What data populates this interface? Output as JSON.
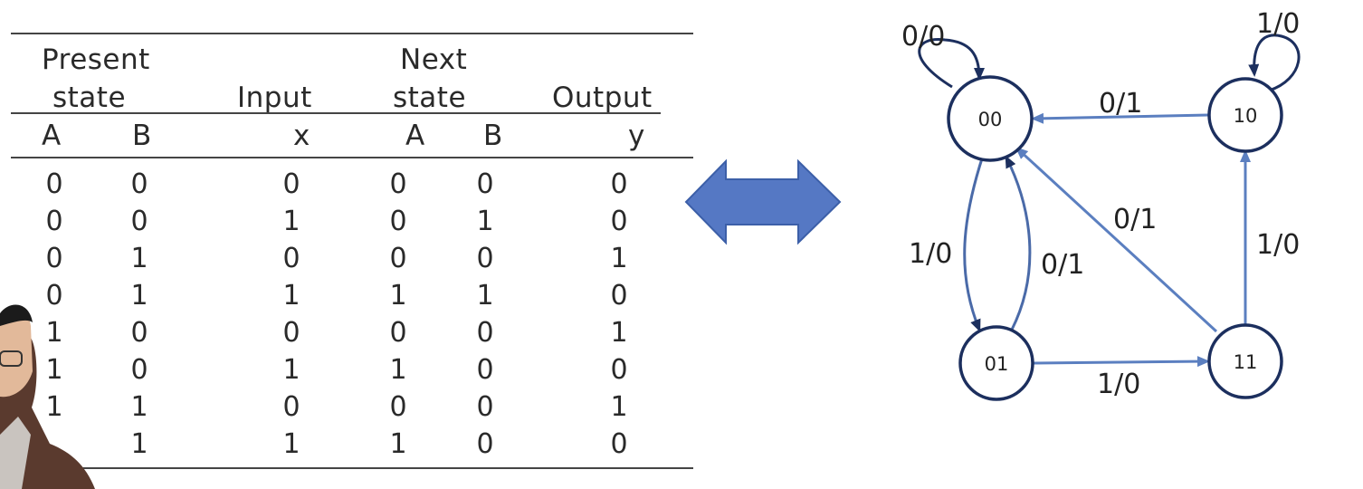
{
  "table": {
    "headers": {
      "present_line1": "Present",
      "present_line2": "state",
      "input": "Input",
      "next_line1": "Next",
      "next_line2": "state",
      "output": "Output",
      "sub_a1": "A",
      "sub_b1": "B",
      "sub_x": "x",
      "sub_a2": "A",
      "sub_b2": "B",
      "sub_y": "y"
    },
    "rows": [
      [
        "0",
        "0",
        "0",
        "0",
        "0",
        "0"
      ],
      [
        "0",
        "0",
        "1",
        "0",
        "1",
        "0"
      ],
      [
        "0",
        "1",
        "0",
        "0",
        "0",
        "1"
      ],
      [
        "0",
        "1",
        "1",
        "1",
        "1",
        "0"
      ],
      [
        "1",
        "0",
        "0",
        "0",
        "0",
        "1"
      ],
      [
        "1",
        "0",
        "1",
        "1",
        "0",
        "0"
      ],
      [
        "1",
        "1",
        "0",
        "0",
        "0",
        "1"
      ],
      [
        "",
        "1",
        "1",
        "1",
        "0",
        "0"
      ]
    ]
  },
  "diagram": {
    "states": {
      "s00": "00",
      "s01": "01",
      "s10": "10",
      "s11": "11"
    },
    "edges": {
      "loop00": "0/0",
      "loop10": "1/0",
      "e10_00": "0/1",
      "e00_01": "1/0",
      "e01_00": "0/1",
      "e11_00": "0/1",
      "e11_10": "1/0",
      "e01_11": "1/0"
    },
    "colors": {
      "node_stroke": "#1c2f5e",
      "edge": "#5b7fc0",
      "double_arrow": "#5578c4"
    }
  }
}
